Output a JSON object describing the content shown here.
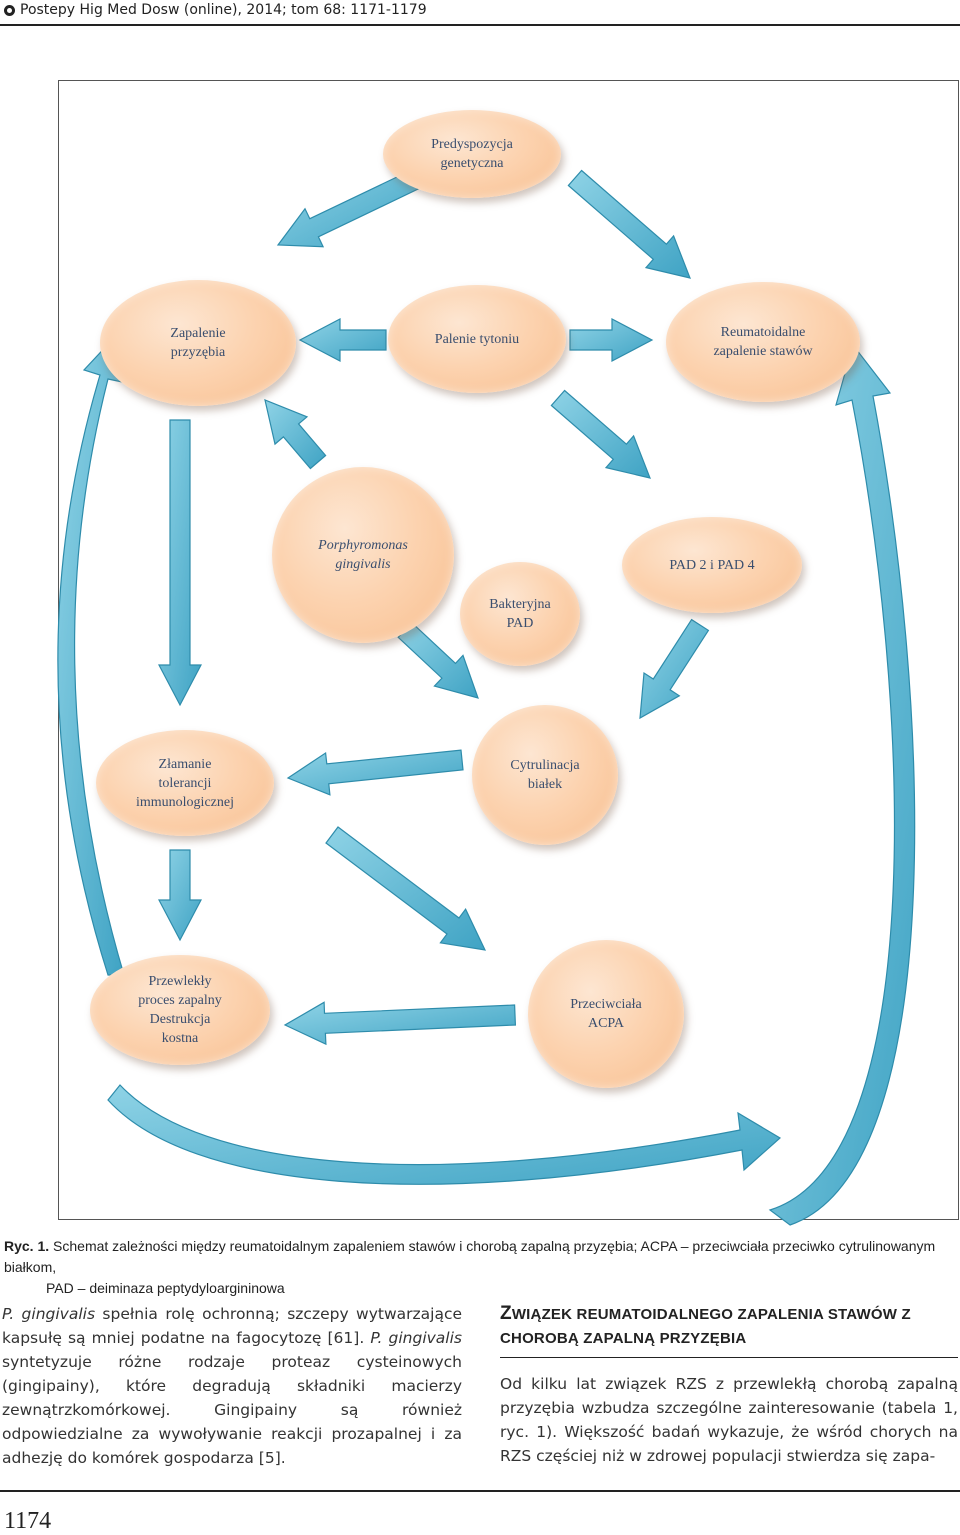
{
  "header": {
    "running_head": "Postepy Hig Med Dosw (online), 2014; tom 68: 1171-1179"
  },
  "figure": {
    "nodes": {
      "predyspozycja": "Predyspozycja\ngenetyczna",
      "zapalenie_przyzebia": "Zapalenie\nprzyzębia",
      "palenie": "Palenie tytoniu",
      "rzs": "Reumatoidalne\nzapalenie stawów",
      "porphyromonas": "Porphyromonas\ngingivalis",
      "pad24": "PAD 2 i PAD 4",
      "bakteryjna_pad": "Bakteryjna\nPAD",
      "zlamanie": "Złamanie\ntolerancji\nimmunologicznej",
      "cytrulinacja": "Cytrulinacja\nbiałek",
      "przewlekly": "Przewlekły\nproces zapalny\nDestrukcja\nkostna",
      "acpa": "Przeciwciała\nACPA"
    },
    "colors": {
      "node_fill": "#fcd3b0",
      "node_text": "#3a4e6e",
      "arrow_fill": "#5bb7d2",
      "arrow_stroke": "#2e8cab"
    }
  },
  "caption": {
    "label": "Ryc. 1.",
    "line1": "Schemat zależności między reumatoidalnym zapaleniem stawów i chorobą zapalną przyzębia; ACPA – przeciwciała przeciwko cytrulinowanym białkom,",
    "line2": "PAD – deiminaza peptydyloargininowa"
  },
  "left_column": {
    "p_italic_1": "P. gingivalis",
    "p_text_1": " spełnia rolę ochronną; szczepy wytwarzające kapsułę są mniej podatne na fagocytozę [61]. ",
    "p_italic_2": "P. gingivalis",
    "p_text_2": " syntetyzuje różne rodzaje proteaz cysteinowych (gingipainy), które degradują składniki macierzy zewnątrzkomórkowej. Gingipainy są również odpowiedzialne za wywoływanie reakcji prozapalnej i za adhezję do komórek gospodarza [5]."
  },
  "right_column": {
    "heading_big_letter": "Z",
    "heading_rest": "WIĄZEK REUMATOIDALNEGO ZAPALENIA STAWÓW Z CHOROBĄ ZAPALNĄ PRZYZĘBIA",
    "body": "Od kilku lat związek RZS z przewlekłą chorobą zapalną przyzębia wzbudza szczególne zainteresowanie (tabela 1, ryc. 1). Większość badań wykazuje, że wśród chorych na RZS częściej niż w zdrowej populacji stwierdza się zapa-"
  },
  "footer": {
    "page_number": "1174"
  }
}
